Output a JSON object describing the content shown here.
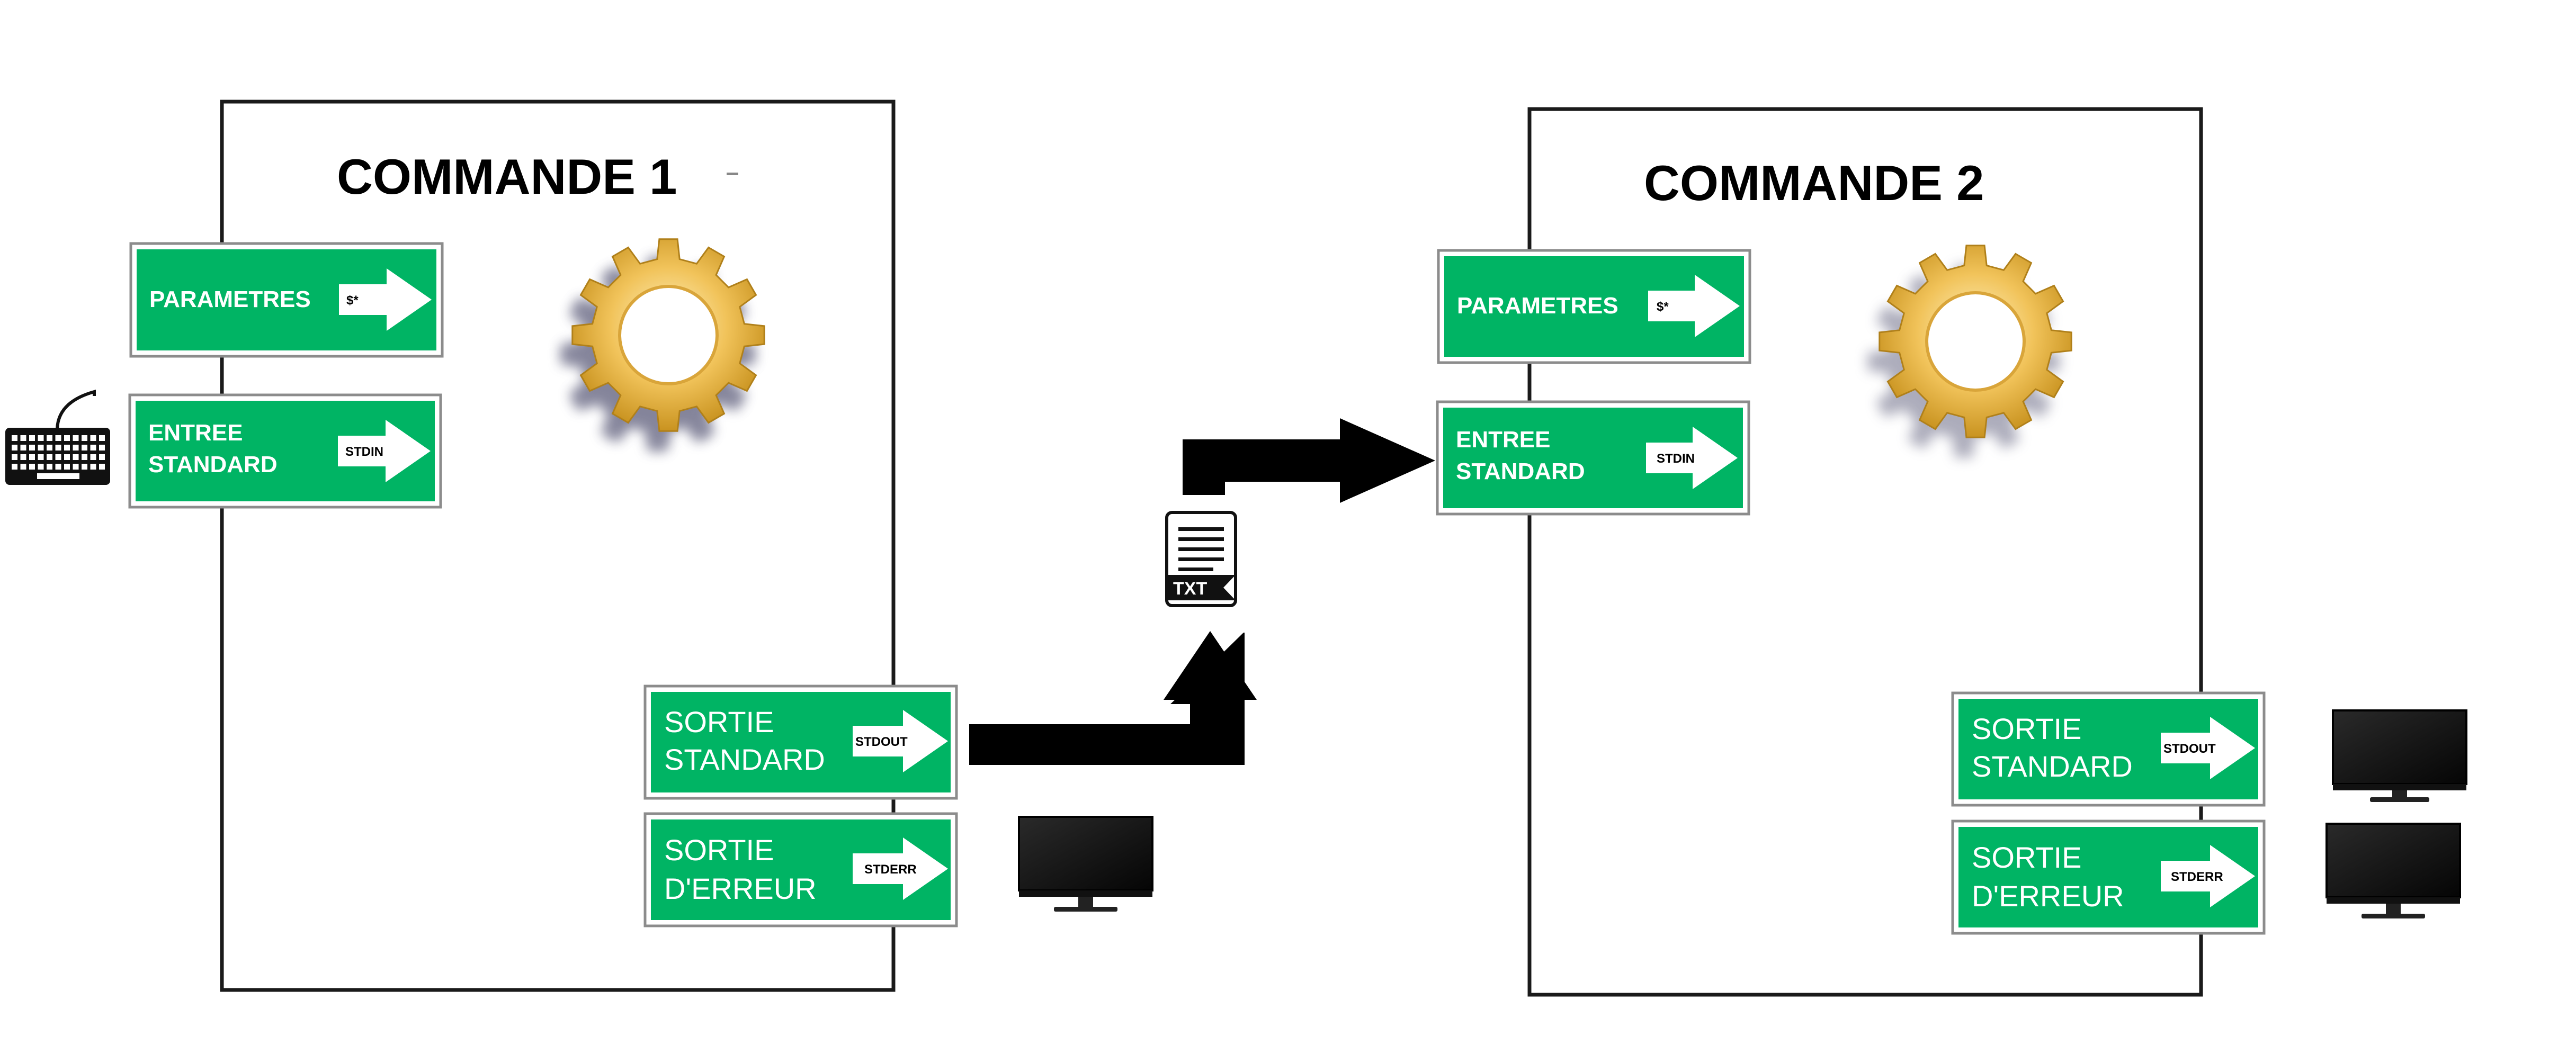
{
  "colors": {
    "sign_green": "#00b464",
    "sign_border": "#8c8c8c",
    "gear_gold": "#f1c35a",
    "stroke": "#1a1a1a"
  },
  "command1": {
    "title": "COMMANDE 1",
    "params": {
      "line1": "PARAMETRES",
      "line2": "",
      "arrow": "$*"
    },
    "stdin": {
      "line1": "ENTREE",
      "line2": "STANDARD",
      "arrow": "STDIN"
    },
    "stdout": {
      "line1": "SORTIE",
      "line2": "STANDARD",
      "arrow": "STDOUT"
    },
    "stderr": {
      "line1": "SORTIE",
      "line2": "D'ERREUR",
      "arrow": "STDERR"
    }
  },
  "command2": {
    "title": "COMMANDE 2",
    "params": {
      "line1": "PARAMETRES",
      "line2": "",
      "arrow": "$*"
    },
    "stdin": {
      "line1": "ENTREE",
      "line2": "STANDARD",
      "arrow": "STDIN"
    },
    "stdout": {
      "line1": "SORTIE",
      "line2": "STANDARD",
      "arrow": "STDOUT"
    },
    "stderr": {
      "line1": "SORTIE",
      "line2": "D'ERREUR",
      "arrow": "STDERR"
    }
  },
  "pipe": {
    "file_label": "TXT"
  },
  "icons": [
    "keyboard-icon",
    "gear-icon",
    "monitor-icon",
    "txt-file-icon"
  ]
}
